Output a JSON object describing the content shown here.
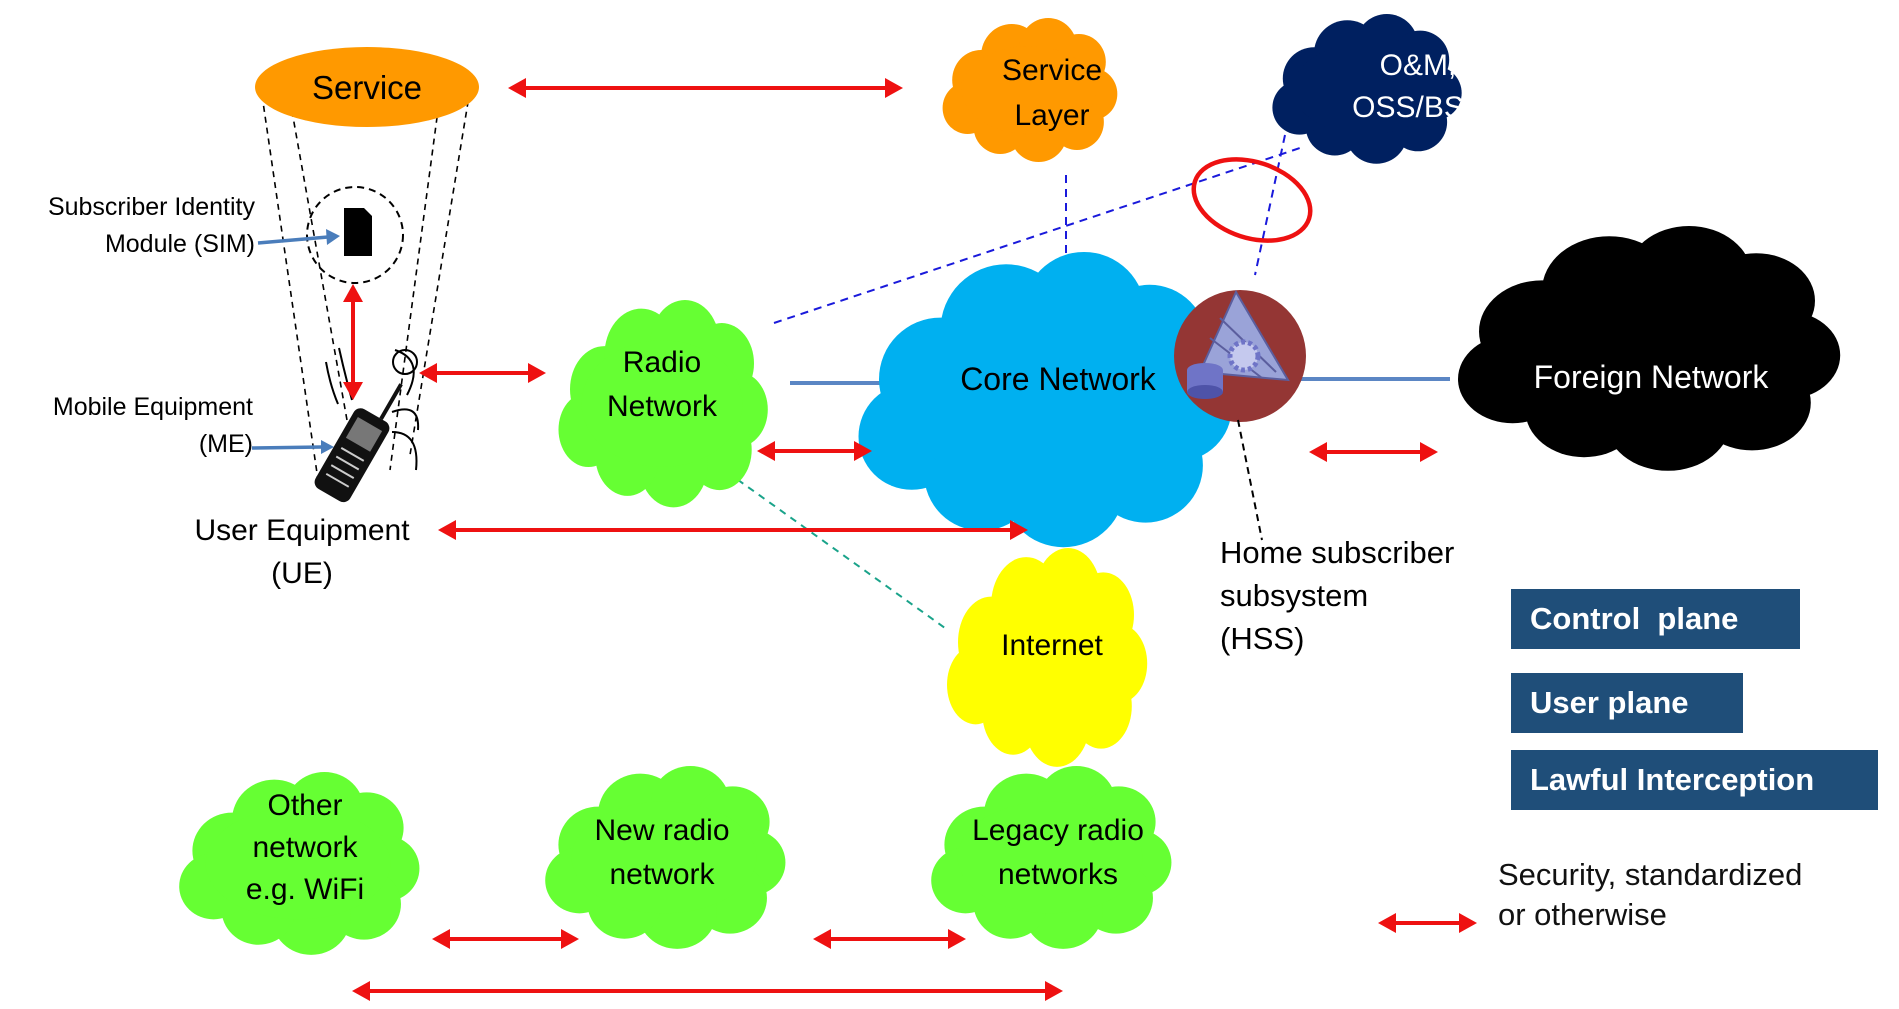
{
  "nodes": {
    "service": "Service",
    "service_layer": [
      "Service",
      "Layer"
    ],
    "om": [
      "O&M,",
      "OSS/BSS"
    ],
    "radio_network": [
      "Radio",
      "Network"
    ],
    "core_network": "Core Network",
    "foreign_network": "Foreign Network",
    "internet": "Internet",
    "other_network": [
      "Other",
      "network",
      "e.g. WiFi"
    ],
    "new_radio": [
      "New radio",
      "network"
    ],
    "legacy_radio": [
      "Legacy radio",
      "networks"
    ]
  },
  "labels": {
    "sim": [
      "Subscriber Identity",
      "Module (SIM)"
    ],
    "me": [
      "Mobile Equipment",
      "(ME)"
    ],
    "ue": [
      "User Equipment",
      "(UE)"
    ],
    "hss": [
      "Home subscriber",
      "subsystem",
      "(HSS)"
    ]
  },
  "legend": {
    "control_plane": "Control  plane",
    "user_plane": "User plane",
    "lawful_interception": "Lawful Interception",
    "security_note": [
      "Security, standardized",
      "or otherwise"
    ]
  },
  "colors": {
    "arrow": "#ee1111",
    "green_cloud": "#66ff33",
    "orange": "#ff9900",
    "navy_cloud": "#002060",
    "core_cloud": "#00b0f0",
    "internet": "#ffff00",
    "legend_box": "#1f4e79",
    "blue_dashed": "#1a1adb",
    "teal_dashed": "#1aa38a",
    "hss_circle": "#943634"
  },
  "icons": [
    "sim-card-icon",
    "mobile-phone-icon",
    "hss-database-gear-icon"
  ]
}
